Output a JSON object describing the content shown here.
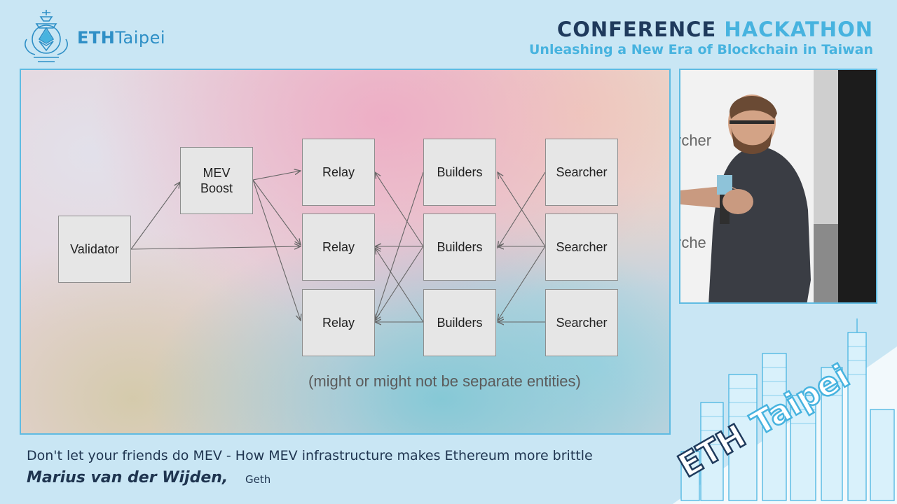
{
  "brand": {
    "eth": "ETH",
    "taipei": "Taipei"
  },
  "header": {
    "title_part1": "CONFERENCE",
    "title_part2": "HACKATHON",
    "subtitle": "Unleashing a New Era of Blockchain in Taiwan"
  },
  "slide": {
    "nodes": {
      "validator": "Validator",
      "mev_line1": "MEV",
      "mev_line2": "Boost",
      "relay": "Relay",
      "builders": "Builders",
      "searcher": "Searcher"
    },
    "note": "(might or might not be separate entities)"
  },
  "camera": {
    "background_text_1": "rcher",
    "background_text_2": "rche"
  },
  "footer": {
    "talk_title": "Don't let your friends do MEV - How MEV infrastructure makes Ethereum more brittle",
    "speaker": "Marius van der Wijden,",
    "organization": "Geth"
  },
  "overlay": {
    "eth_large": "ETH",
    "taipei_large": "Taipei"
  },
  "colors": {
    "accent_blue": "#47b3df",
    "navy": "#1f3a5c",
    "background": "#c9e6f4"
  }
}
